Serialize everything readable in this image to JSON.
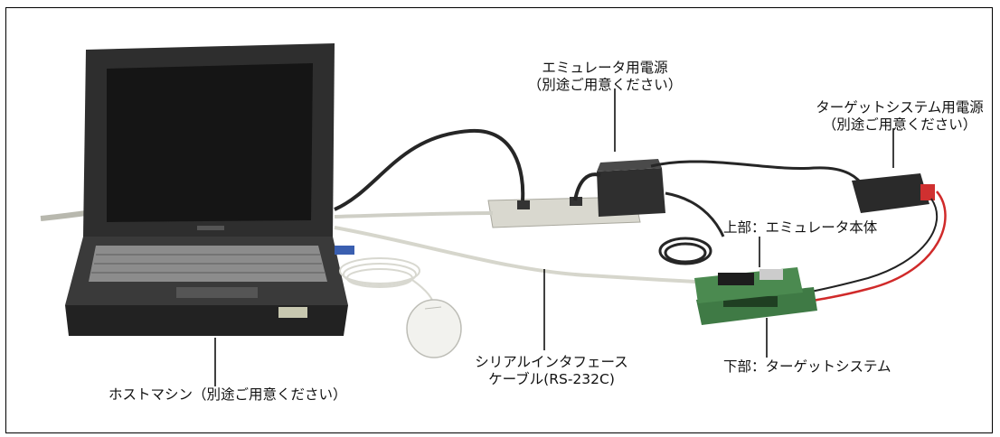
{
  "labels": {
    "emulator_power_1": "エミュレータ用電源",
    "emulator_power_2": "（別途ご用意ください）",
    "target_power_1": "ターゲットシステム用電源",
    "target_power_2": "（別途ご用意ください）",
    "emulator_body": "上部：エミュレータ本体",
    "target_system": "下部：ターゲットシステム",
    "serial_cable_1": "シリアルインタフェース",
    "serial_cable_2": "ケーブル(RS-232C)",
    "host_machine": "ホストマシン（別途ご用意ください）"
  },
  "colors": {
    "frame": "#000000",
    "laptop_body": "#2b2b2b",
    "laptop_screen": "#1a1a1a",
    "cable_dark": "#262626",
    "cable_light": "#cfcfc6",
    "red_wire": "#d02a2a",
    "board_green": "#3f7a45",
    "power_strip": "#d9d8cf"
  }
}
